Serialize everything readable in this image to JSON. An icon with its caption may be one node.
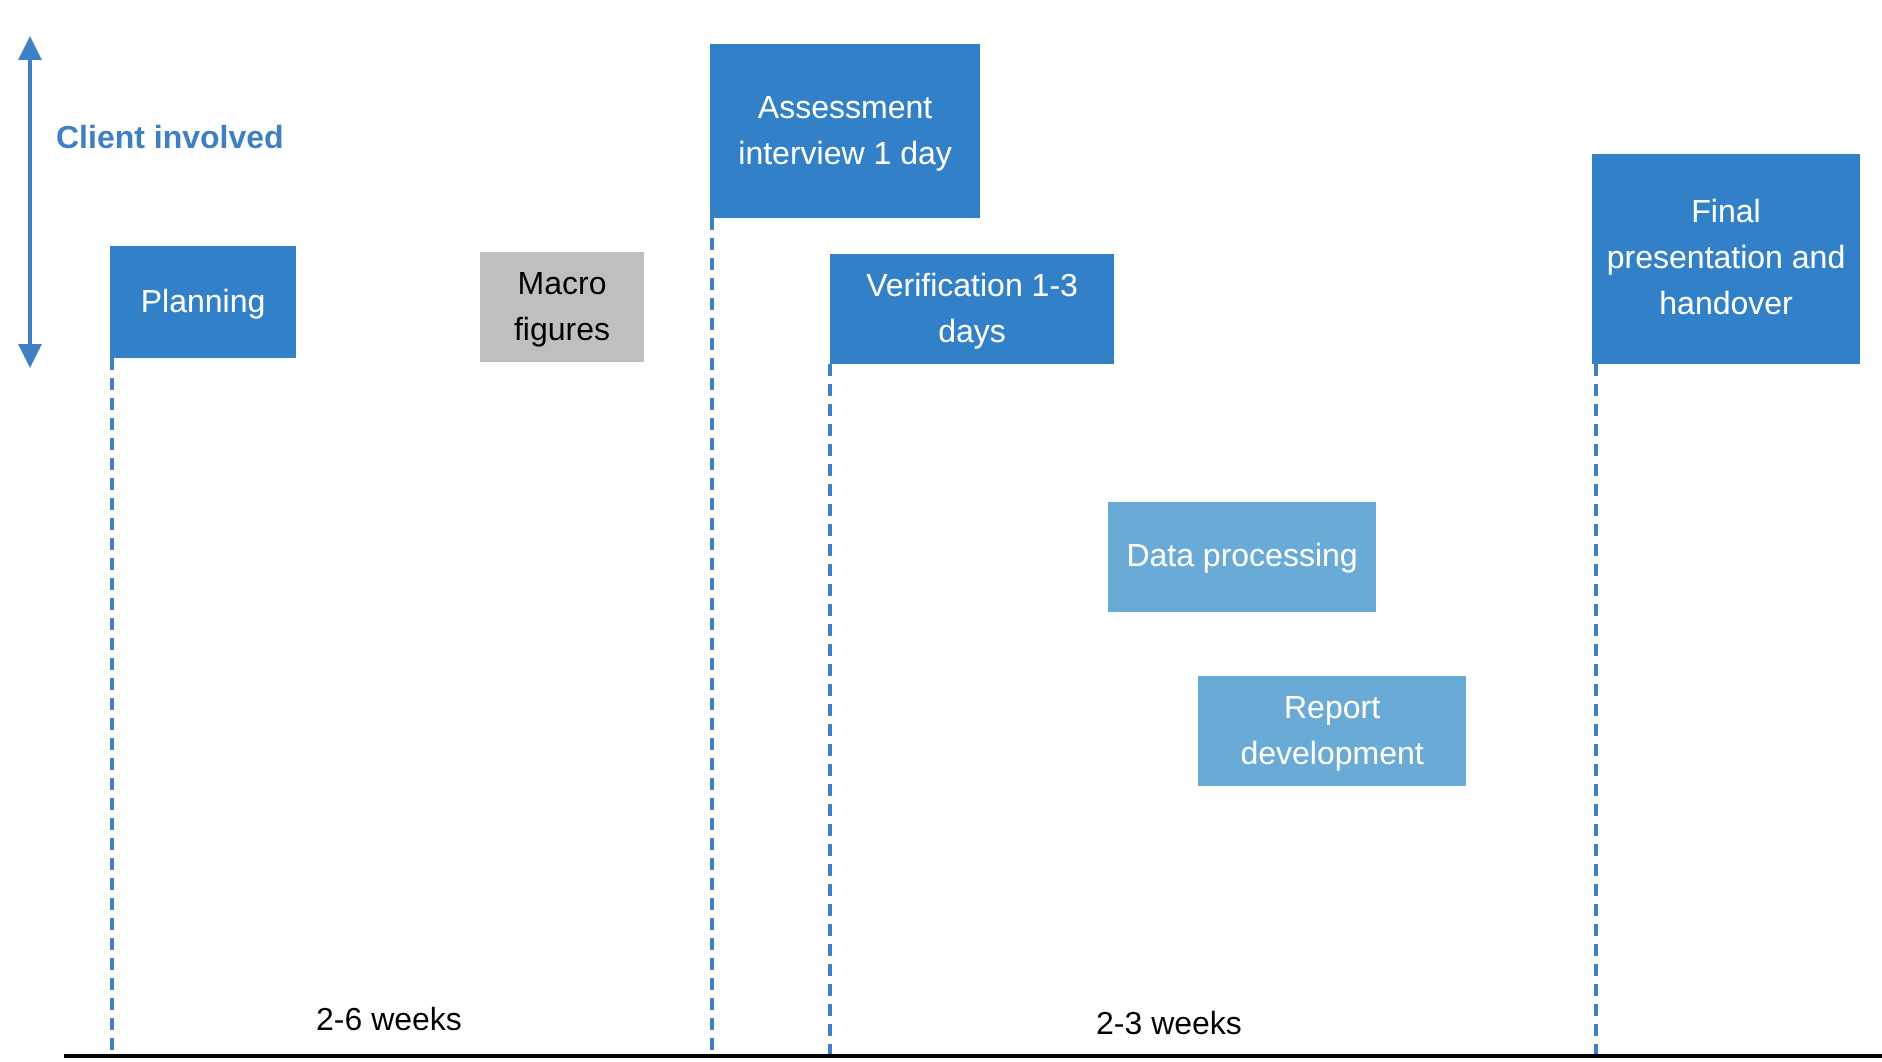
{
  "diagram": {
    "nodes": [
      {
        "text": [
          "Planning"
        ]
      },
      {
        "text": [
          "Macro figures"
        ]
      },
      {
        "text": [
          "Assessment interview 1 day"
        ]
      },
      {
        "text": [
          "Verification 1-3 days"
        ]
      },
      {
        "text": [
          "Data processing"
        ]
      },
      {
        "text": [
          "Report development"
        ]
      },
      {
        "text": [
          "Final presentation and handover"
        ]
      }
    ],
    "edges": [],
    "labels": [
      "Client involved",
      "2-6 weeks",
      "2-3 weeks"
    ]
  }
}
